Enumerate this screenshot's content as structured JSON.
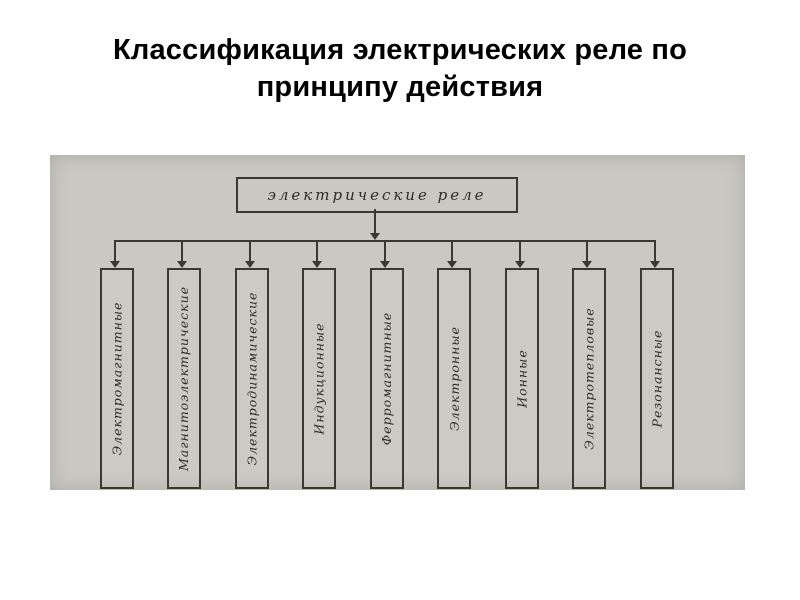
{
  "slide": {
    "title": "Классификация электрических реле по принципу действия"
  },
  "diagram": {
    "root_label": "электрические реле",
    "items": [
      "Электромагнитные",
      "Магнитоэлектрические",
      "Электродинамические",
      "Индукционные",
      "Ферромагнитные",
      "Электронные",
      "Ионные",
      "Электротепловые",
      "Резонансные"
    ],
    "colors": {
      "paper": "#c9c8c2",
      "ink": "#2e2c26",
      "slide_background": "#ffffff",
      "title_text": "#000000"
    }
  }
}
